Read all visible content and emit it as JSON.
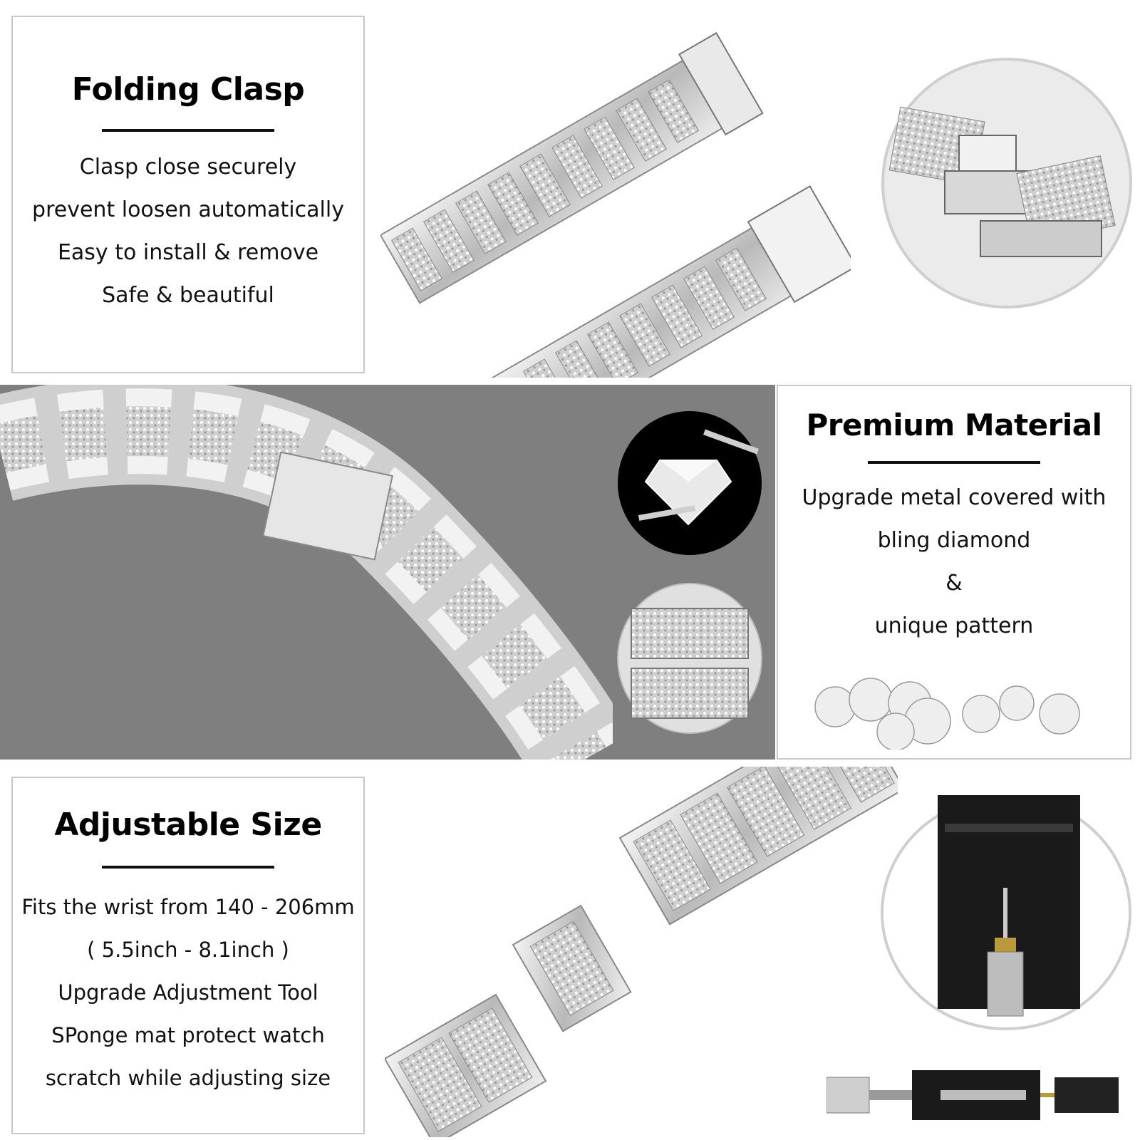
{
  "folding_clasp": {
    "title": "Folding Clasp",
    "lines": [
      "Clasp close securely",
      "prevent loosen automatically",
      "Easy to install & remove",
      "Safe & beautiful"
    ]
  },
  "premium_material": {
    "title": "Premium Material",
    "lines": [
      "Upgrade metal covered with",
      "bling diamond",
      "&",
      "unique pattern"
    ]
  },
  "adjustable_size": {
    "title": "Adjustable Size",
    "lines": [
      "Fits the wrist from 140 - 206mm",
      "( 5.5inch - 8.1inch )",
      "Upgrade Adjustment Tool",
      "SPonge mat protect watch",
      "scratch while adjusting size"
    ]
  },
  "colors": {
    "band_background": "#7f7f7f",
    "metal": "#d9d9d9",
    "panel_border": "#c8c8c8"
  }
}
